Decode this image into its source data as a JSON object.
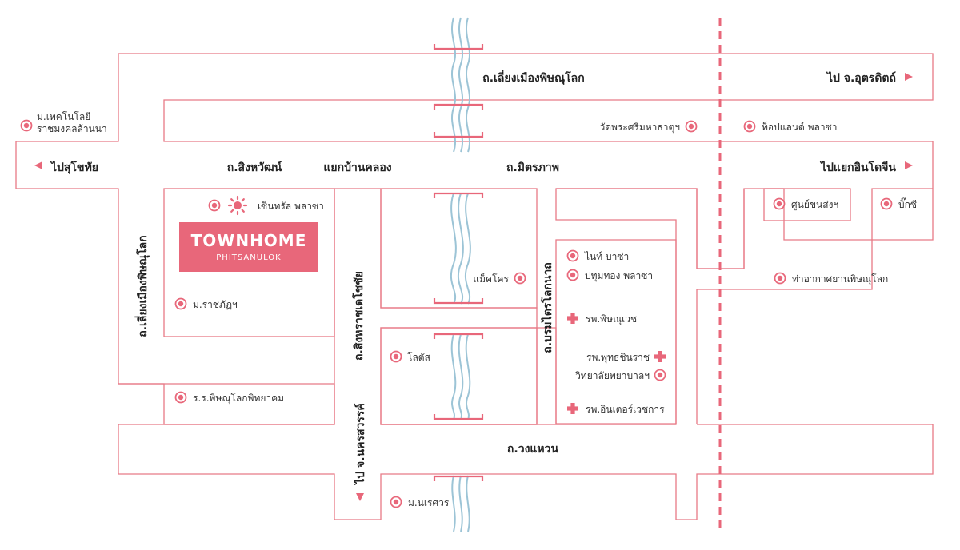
{
  "colors": {
    "road_outline": "#e87a86",
    "accent": "#e8677a",
    "river": "#9cc4d6",
    "text": "#222222"
  },
  "brand": {
    "title": "TOWNHOME",
    "subtitle": "PHITSANULOK"
  },
  "roads": {
    "liang_mueang_top": "ถ.เลี่ยงเมืองพิษณุโลก",
    "liang_mueang_left": "ถ.เลี่ยงเมืองพิษณุโลก",
    "sing_hawat": "ถ.สิงหวัฒน์",
    "yaek_ban_khlong": "แยกบ้านคลอง",
    "mittraphap": "ถ.มิตรภาพ",
    "sing_hawat_chai": "ถ.สิงหราชเดโชชัย",
    "boromtrailokanat": "ถ.บรมไตรโลกนาถ",
    "wong_waen": "ถ.วงแหวน"
  },
  "directions": {
    "to_uttaradit": "ไป จ.อุตรดิตถ์",
    "to_sukhothai": "ไปสุโขทัย",
    "to_indochina": "ไปแยกอินโดจีน",
    "to_nakhon_sawan": "ไป จ.นครสวรรค์"
  },
  "pois": {
    "rmutl_line1": "ม.เทคโนโลยี",
    "rmutl_line2": "ราชมงคลล้านนา",
    "wat_mahathat": "วัดพระศรีมหาธาตุฯ",
    "top_land": "ท็อปแลนด์ พลาซา",
    "central": "เซ็นทรัล พลาซา",
    "rajabhat": "ม.ราชภัฏฯ",
    "makro": "แม็คโคร",
    "lotus": "โลตัส",
    "nine_plaza": "ไนท์ บาซ่า",
    "pathumthong": "ปทุมทอง พลาซา",
    "phitsanuvej": "รพ.พิษณุเวช",
    "buddhachinaraj": "รพ.พุทธชินราช",
    "nursing_college": "วิทยาลัยพยาบาลฯ",
    "inter_vejchakarn": "รพ.อินเตอร์เวชการ",
    "convention": "ศูนย์ขนส่งฯ",
    "big_c": "บิ๊กซี",
    "airport": "ท่าอากาศยานพิษณุโลก",
    "phitsanulok_school": "ร.ร.พิษณุโลกพิทยาคม",
    "naresuan": "ม.นเรศวร"
  },
  "icons": {
    "poi": "target-circle-icon",
    "hospital": "red-cross-icon",
    "arrow": "triangle-arrow-icon",
    "central_logo": "sun-logo-icon"
  }
}
